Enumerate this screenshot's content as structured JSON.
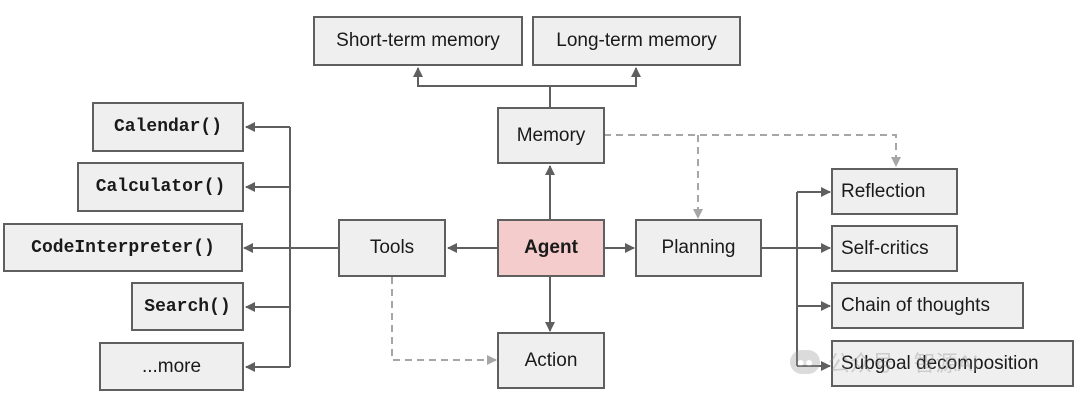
{
  "nodes": {
    "short_term_memory": "Short-term memory",
    "long_term_memory": "Long-term memory",
    "memory": "Memory",
    "agent": "Agent",
    "tools": "Tools",
    "planning": "Planning",
    "action": "Action",
    "calendar": "Calendar()",
    "calculator": "Calculator()",
    "code_interpreter": "CodeInterpreter()",
    "search": "Search()",
    "more": "...more",
    "reflection": "Reflection",
    "self_critics": "Self-critics",
    "chain_of_thoughts": "Chain of thoughts",
    "subgoal_decomposition": "Subgoal decomposition"
  },
  "colors": {
    "node_fill": "#efefef",
    "node_border": "#5f5f5f",
    "agent_fill": "#f4cccc",
    "solid_edge": "#5f5f5f",
    "dashed_edge": "#a6a6a6"
  },
  "watermark": {
    "icon": "wechat-icon",
    "text": "公众号 · 智源AI"
  }
}
